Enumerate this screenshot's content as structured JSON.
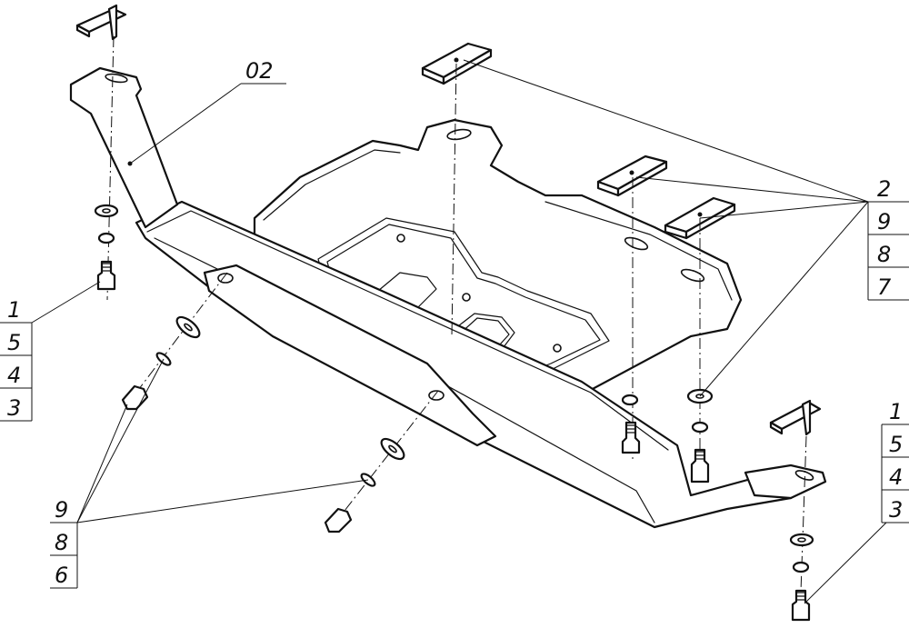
{
  "labels": {
    "part_main": "02",
    "stack_top_right": [
      "2",
      "9",
      "8",
      "7"
    ],
    "stack_left": [
      "1",
      "5",
      "4",
      "3"
    ],
    "stack_bottom_left": [
      "9",
      "8",
      "6"
    ],
    "stack_right": [
      "1",
      "5",
      "4",
      "3"
    ]
  }
}
